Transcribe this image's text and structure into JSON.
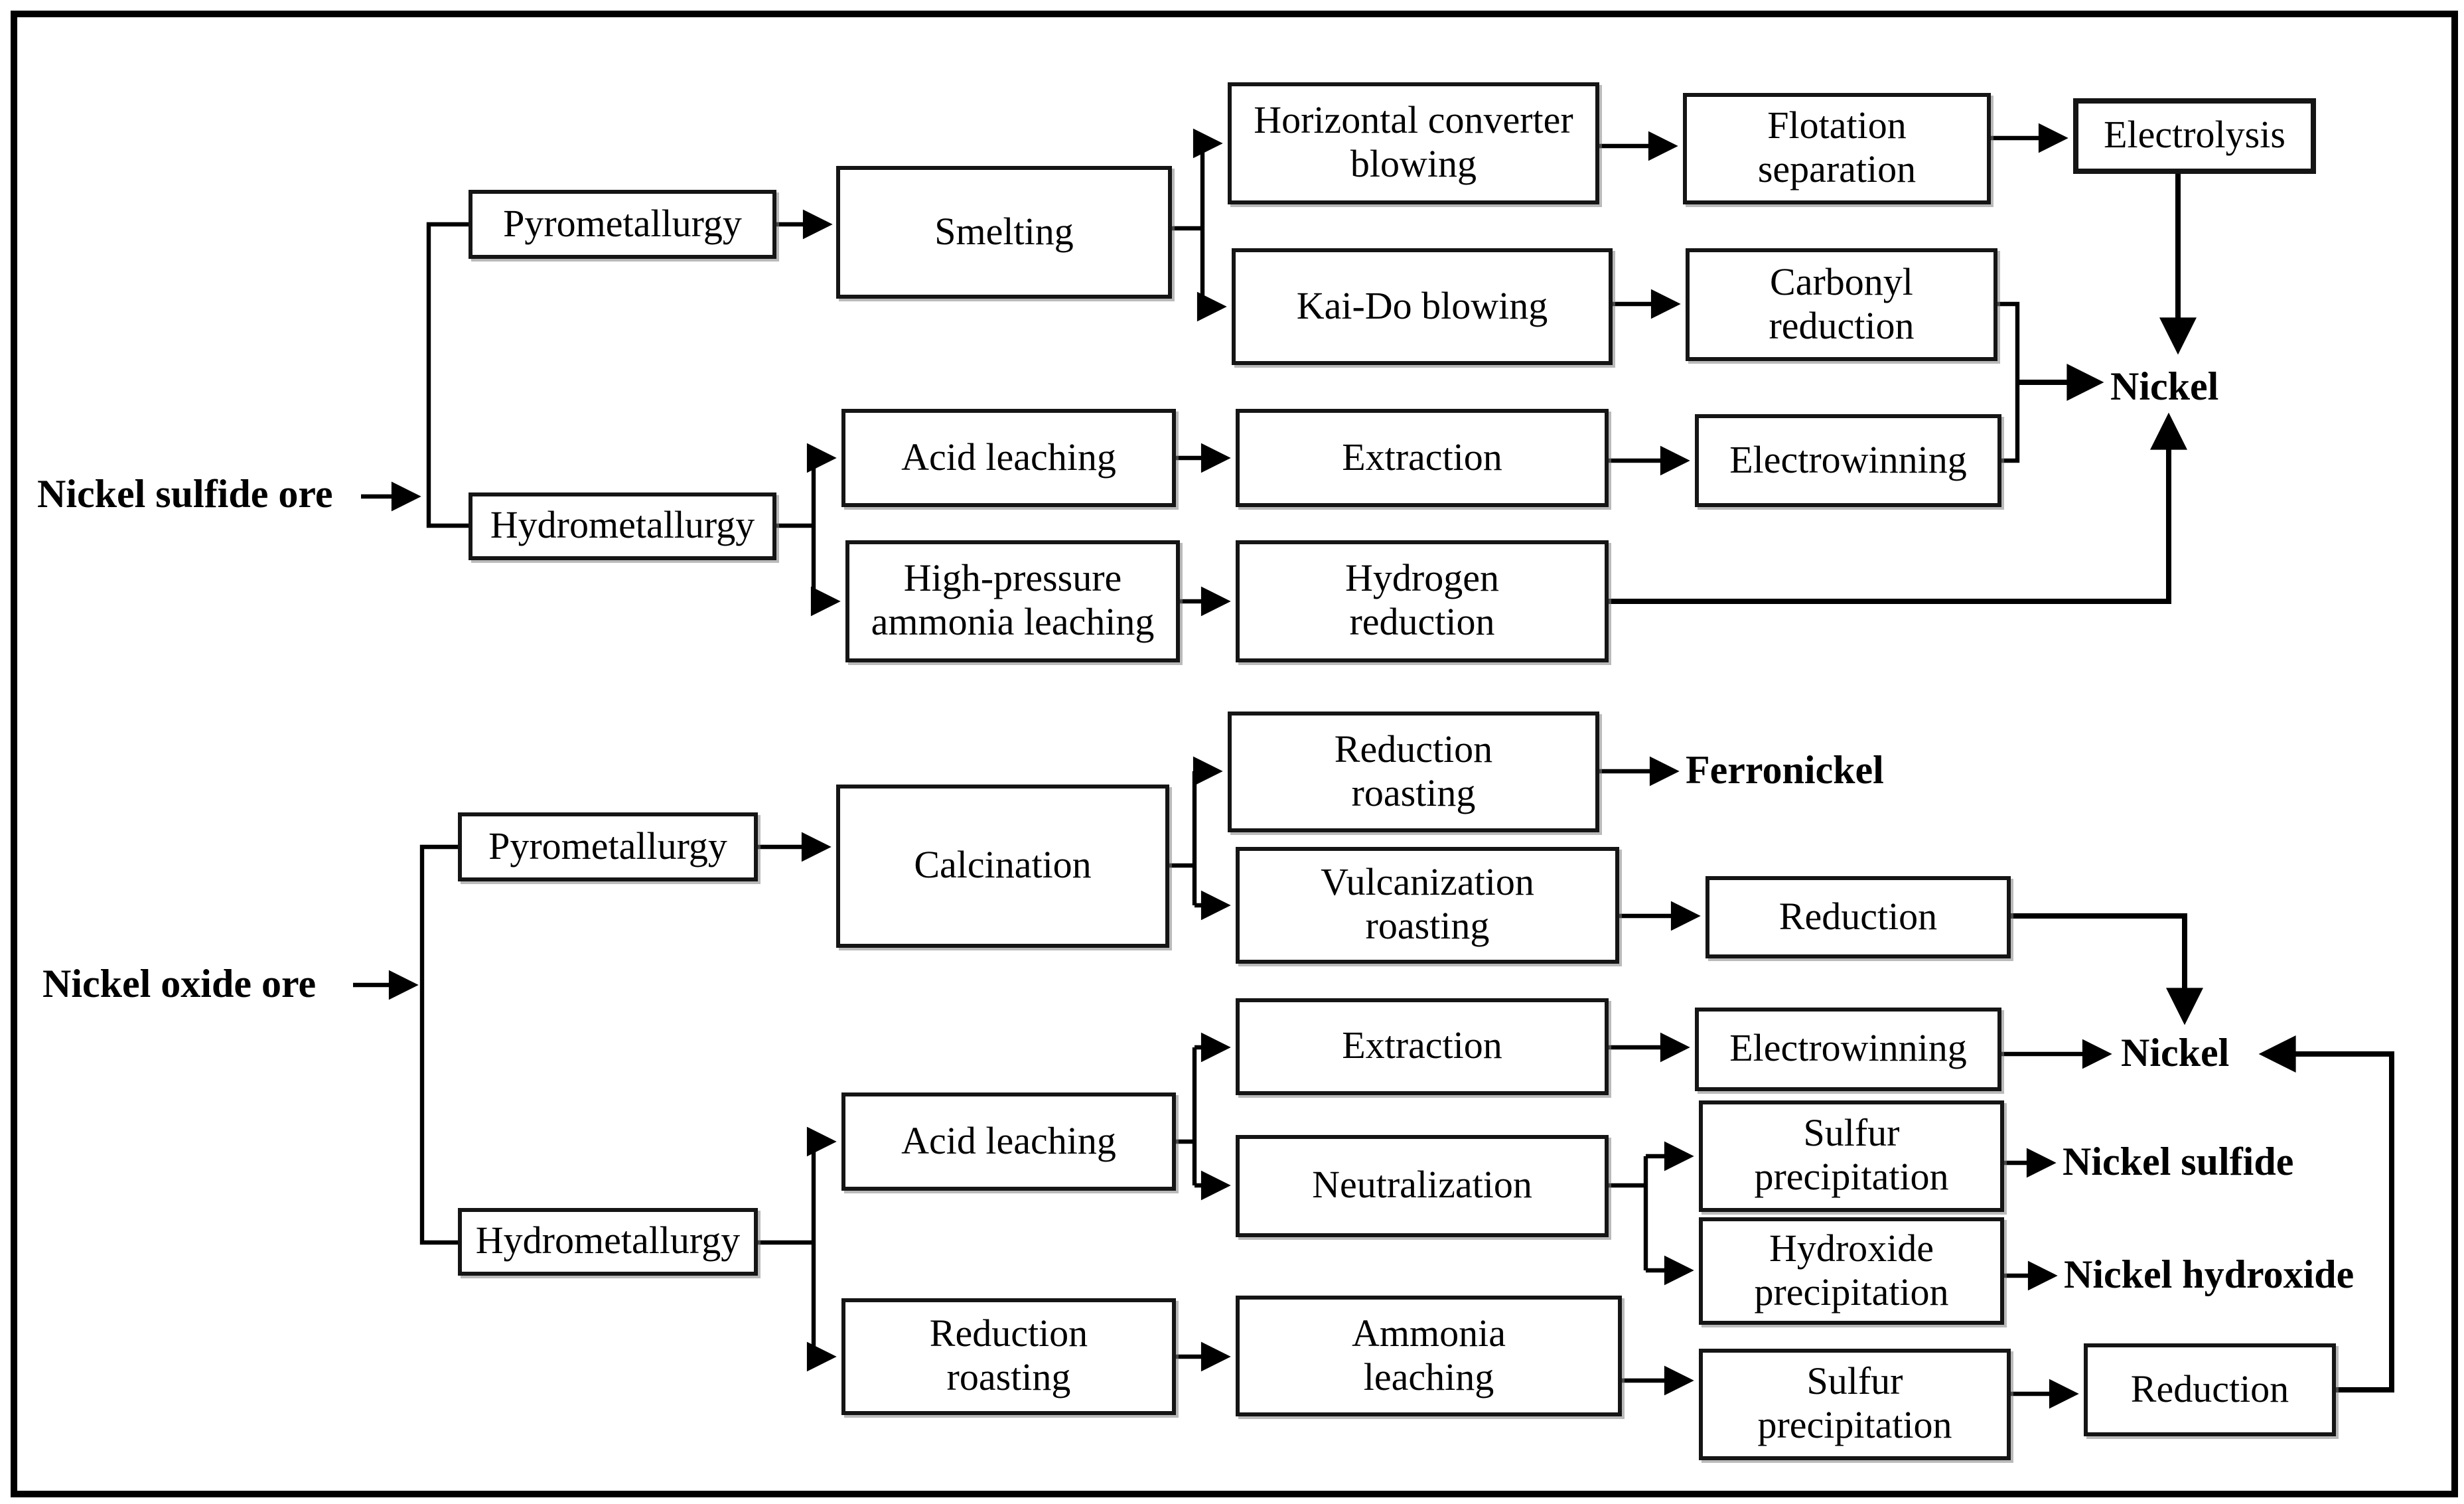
{
  "diagram_type": "flowchart",
  "subject": "Nickel extraction process routes from nickel sulfide ore and nickel oxide ore",
  "colors": {
    "ink": "#000000",
    "paper": "#ffffff"
  },
  "labels": {
    "ore_sulfide": "Nickel sulfide ore",
    "pyro1": "Pyrometallurgy",
    "hydro1": "Hydrometallurgy",
    "smelting": "Smelting",
    "hcb": "Horizontal converter\nblowing",
    "kaido": "Kai-Do blowing",
    "flotation": "Flotation\nseparation",
    "electrolysis": "Electrolysis",
    "carbonyl": "Carbonyl\nreduction",
    "acid_leach1": "Acid leaching",
    "extraction1": "Extraction",
    "electrowinning1": "Electrowinning",
    "hpal": "High-pressure\nammonia leaching",
    "hydrogen_reduction": "Hydrogen\nreduction",
    "nickel1": "Nickel",
    "ore_oxide": "Nickel oxide ore",
    "pyro2": "Pyrometallurgy",
    "hydro2": "Hydrometallurgy",
    "calcination": "Calcination",
    "reduction_roasting1": "Reduction\nroasting",
    "ferronickel": "Ferronickel",
    "vulcanization": "Vulcanization\nroasting",
    "reduction1": "Reduction",
    "extraction2": "Extraction",
    "electrowinning2": "Electrowinning",
    "neutralization": "Neutralization",
    "sulfur_precip1": "Sulfur\nprecipitation",
    "nickel_sulfide_prod": "Nickel sulfide",
    "hydroxide_precip": "Hydroxide\nprecipitation",
    "nickel_hydroxide_prod": "Nickel hydroxide",
    "acid_leach2": "Acid leaching",
    "reduction_roasting2": "Reduction\nroasting",
    "ammonia_leaching": "Ammonia\nleaching",
    "sulfur_precip2": "Sulfur\nprecipitation",
    "reduction2": "Reduction",
    "nickel2": "Nickel"
  },
  "edges": [
    [
      "Nickel sulfide ore",
      "Pyrometallurgy"
    ],
    [
      "Nickel sulfide ore",
      "Hydrometallurgy"
    ],
    [
      "Pyrometallurgy",
      "Smelting"
    ],
    [
      "Smelting",
      "Horizontal converter blowing"
    ],
    [
      "Smelting",
      "Kai-Do blowing"
    ],
    [
      "Horizontal converter blowing",
      "Flotation separation"
    ],
    [
      "Flotation separation",
      "Electrolysis"
    ],
    [
      "Electrolysis",
      "Nickel"
    ],
    [
      "Kai-Do blowing",
      "Carbonyl reduction"
    ],
    [
      "Carbonyl reduction",
      "Nickel"
    ],
    [
      "Hydrometallurgy",
      "Acid leaching"
    ],
    [
      "Hydrometallurgy",
      "High-pressure ammonia leaching"
    ],
    [
      "Acid leaching",
      "Extraction"
    ],
    [
      "Extraction",
      "Electrowinning"
    ],
    [
      "Electrowinning",
      "Nickel"
    ],
    [
      "High-pressure ammonia leaching",
      "Hydrogen reduction"
    ],
    [
      "Hydrogen reduction",
      "Nickel"
    ],
    [
      "Nickel oxide ore",
      "Pyrometallurgy (oxide)"
    ],
    [
      "Nickel oxide ore",
      "Hydrometallurgy (oxide)"
    ],
    [
      "Pyrometallurgy (oxide)",
      "Calcination"
    ],
    [
      "Calcination",
      "Reduction roasting"
    ],
    [
      "Calcination",
      "Vulcanization roasting"
    ],
    [
      "Reduction roasting",
      "Ferronickel"
    ],
    [
      "Vulcanization roasting",
      "Reduction"
    ],
    [
      "Reduction",
      "Nickel (oxide route)"
    ],
    [
      "Hydrometallurgy (oxide)",
      "Acid leaching (oxide)"
    ],
    [
      "Hydrometallurgy (oxide)",
      "Reduction roasting (hydro)"
    ],
    [
      "Acid leaching (oxide)",
      "Extraction (oxide)"
    ],
    [
      "Acid leaching (oxide)",
      "Neutralization"
    ],
    [
      "Extraction (oxide)",
      "Electrowinning (oxide)"
    ],
    [
      "Electrowinning (oxide)",
      "Nickel (oxide route)"
    ],
    [
      "Neutralization",
      "Sulfur precipitation"
    ],
    [
      "Neutralization",
      "Hydroxide precipitation"
    ],
    [
      "Sulfur precipitation",
      "Nickel sulfide"
    ],
    [
      "Hydroxide precipitation",
      "Nickel hydroxide"
    ],
    [
      "Reduction roasting (hydro)",
      "Ammonia leaching"
    ],
    [
      "Ammonia leaching",
      "Sulfur precipitation (hydro)"
    ],
    [
      "Sulfur precipitation (hydro)",
      "Reduction (final)"
    ],
    [
      "Reduction (final)",
      "Nickel (oxide route)"
    ]
  ]
}
